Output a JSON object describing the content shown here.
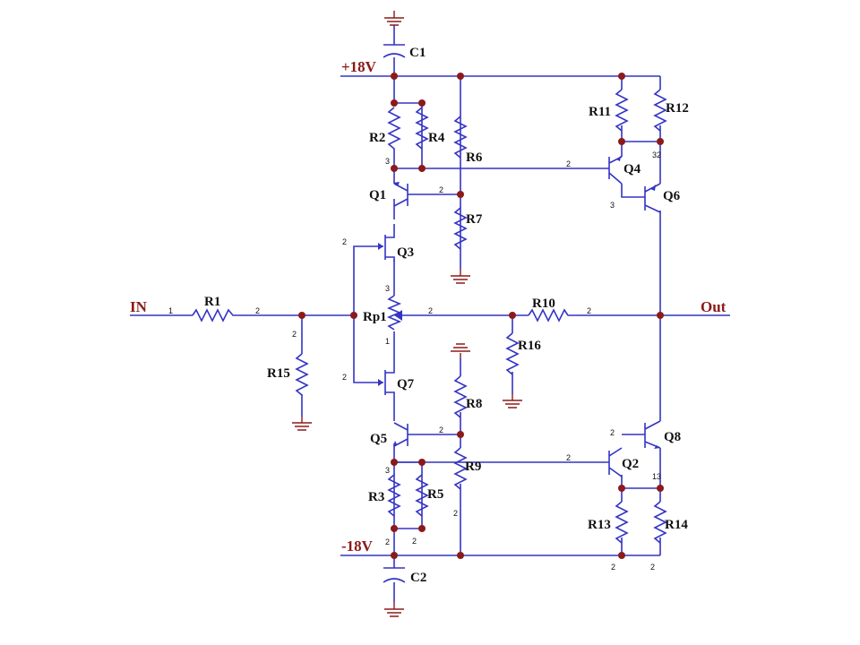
{
  "colors": {
    "wire": "#3434c4",
    "junction": "#8b1a1a",
    "rail_text": "#8b1a1a",
    "label_text": "#111111"
  },
  "nets": {
    "input": "IN",
    "output": "Out",
    "positive_rail": "+18V",
    "negative_rail": "-18V"
  },
  "components": {
    "R1": "R1",
    "R2": "R2",
    "R3": "R3",
    "R4": "R4",
    "R5": "R5",
    "R6": "R6",
    "R7": "R7",
    "R8": "R8",
    "R9": "R9",
    "R10": "R10",
    "R11": "R11",
    "R12": "R12",
    "R13": "R13",
    "R14": "R14",
    "R15": "R15",
    "R16": "R16",
    "Rp1": "Rp1",
    "C1": "C1",
    "C2": "C2",
    "Q1": "Q1",
    "Q2": "Q2",
    "Q3": "Q3",
    "Q4": "Q4",
    "Q5": "Q5",
    "Q6": "Q6",
    "Q7": "Q7",
    "Q8": "Q8"
  },
  "pins": {
    "p1": "1",
    "p2": "2",
    "p3": "3",
    "p13": "13",
    "p32": "32"
  }
}
